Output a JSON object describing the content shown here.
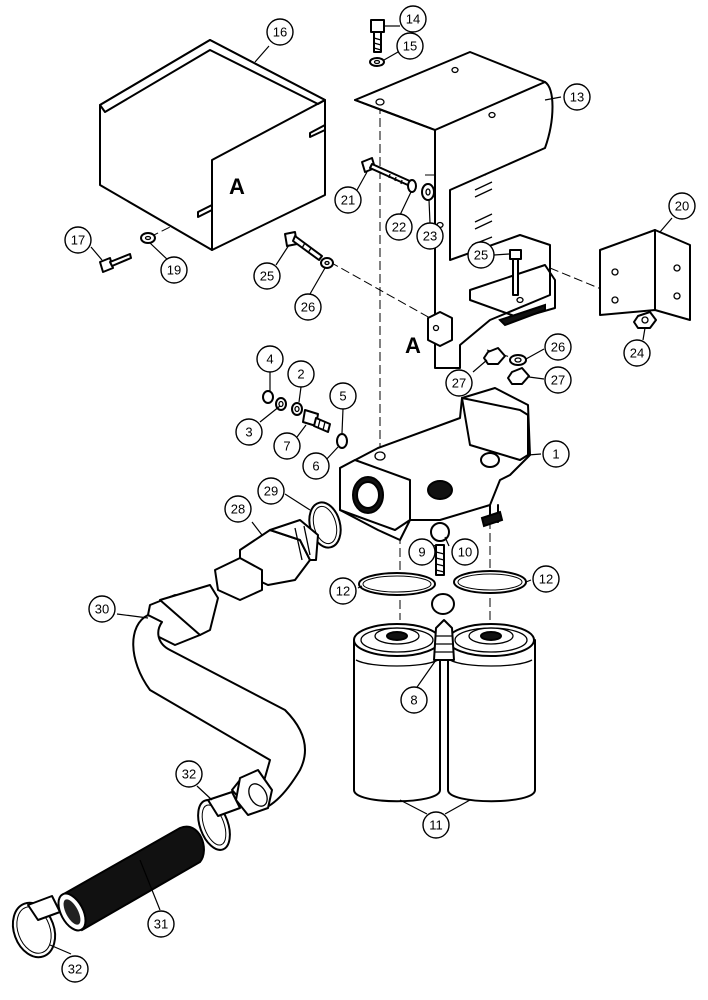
{
  "callouts": {
    "c1": "1",
    "c2": "2",
    "c3": "3",
    "c4": "4",
    "c5": "5",
    "c6": "6",
    "c7": "7",
    "c8": "8",
    "c9": "9",
    "c10": "10",
    "c11": "11",
    "c12a": "12",
    "c12b": "12",
    "c13": "13",
    "c14": "14",
    "c15": "15",
    "c16": "16",
    "c17": "17",
    "c19": "19",
    "c20": "20",
    "c21": "21",
    "c22": "22",
    "c23": "23",
    "c24": "24",
    "c25a": "25",
    "c25b": "25",
    "c26a": "26",
    "c26b": "26",
    "c27a": "27",
    "c27b": "27",
    "c28": "28",
    "c29": "29",
    "c30": "30",
    "c31": "31",
    "c32a": "32",
    "c32b": "32"
  },
  "reference_labels": {
    "a_upper": "A",
    "a_lower": "A"
  }
}
